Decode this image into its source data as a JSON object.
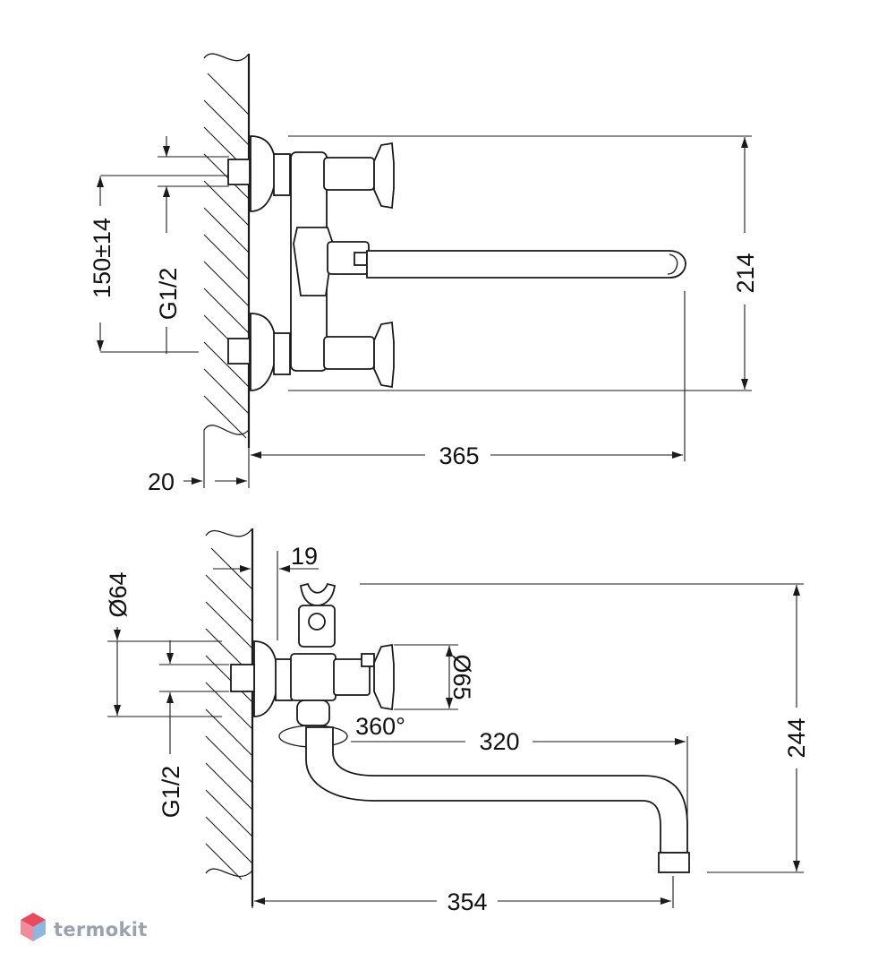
{
  "top_view": {
    "dims": {
      "spacing": "150±14",
      "thread": "G1/2",
      "height": "214",
      "spout_reach": "365",
      "wall_offset": "20"
    }
  },
  "side_view": {
    "dims": {
      "offset": "19",
      "rosette_diameter": "Ø64",
      "handle_diameter": "Ø65",
      "rotation": "360°",
      "spout_length": "320",
      "thread": "G1/2",
      "height": "244",
      "spout_reach": "354"
    }
  },
  "watermark": {
    "text": "termokit",
    "icon": "cube-logo-icon"
  }
}
